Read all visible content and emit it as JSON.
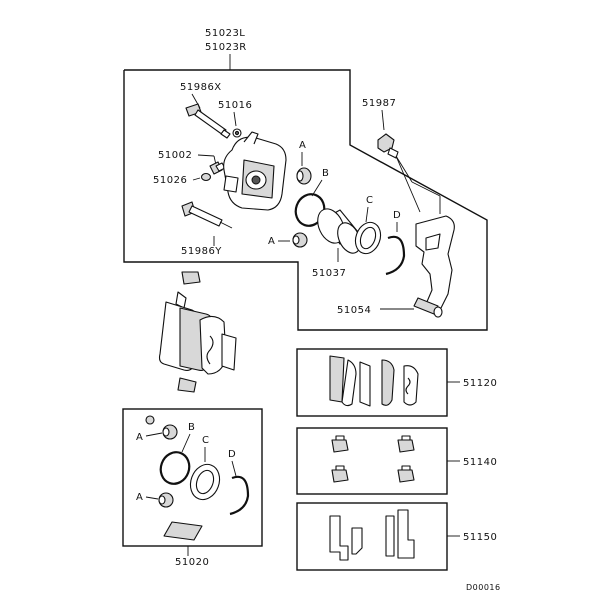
{
  "labels": {
    "caliper_l": "51023L",
    "caliper_r": "51023R",
    "pin_top": "51986X",
    "pin_boot": "51016",
    "bleeder": "51002",
    "bleeder_cap": "51026",
    "pin_bottom": "51986Y",
    "bolt": "51987",
    "piston": "51037",
    "bracket": "51054",
    "pad_set": "51120",
    "shim_kit": "51140",
    "clip_kit": "51150",
    "seal_kit": "51020",
    "drawing_code": "D00016"
  },
  "letters": {
    "a": "A",
    "b": "B",
    "c": "C",
    "d": "D"
  }
}
